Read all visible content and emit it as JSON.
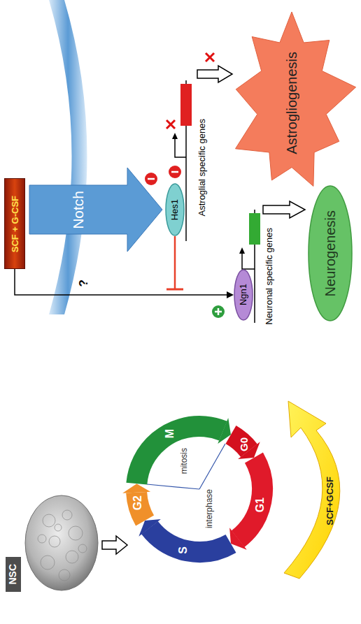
{
  "diagram": {
    "nodes": [
      {
        "text": [
          "SCF + G-CSF"
        ]
      },
      {
        "text": [
          "Notch"
        ]
      },
      {
        "text": [
          "Hes1"
        ]
      },
      {
        "text": [
          "Astrogliogenesis"
        ]
      },
      {
        "text": [
          "Ngn1"
        ]
      },
      {
        "text": [
          "Neurogenesis"
        ]
      },
      {
        "text": [
          "NSC"
        ]
      },
      {
        "text": [
          "SCF+GCSF"
        ]
      }
    ],
    "edges": [
      {
        "from": 0,
        "to": 4,
        "label": "?",
        "arrow": "to"
      }
    ],
    "labels": [
      "Astroglial specific genes",
      "Neuronal specific genes",
      "M",
      "G2",
      "S",
      "G1",
      "G0",
      "mitosis",
      "interphase"
    ]
  }
}
